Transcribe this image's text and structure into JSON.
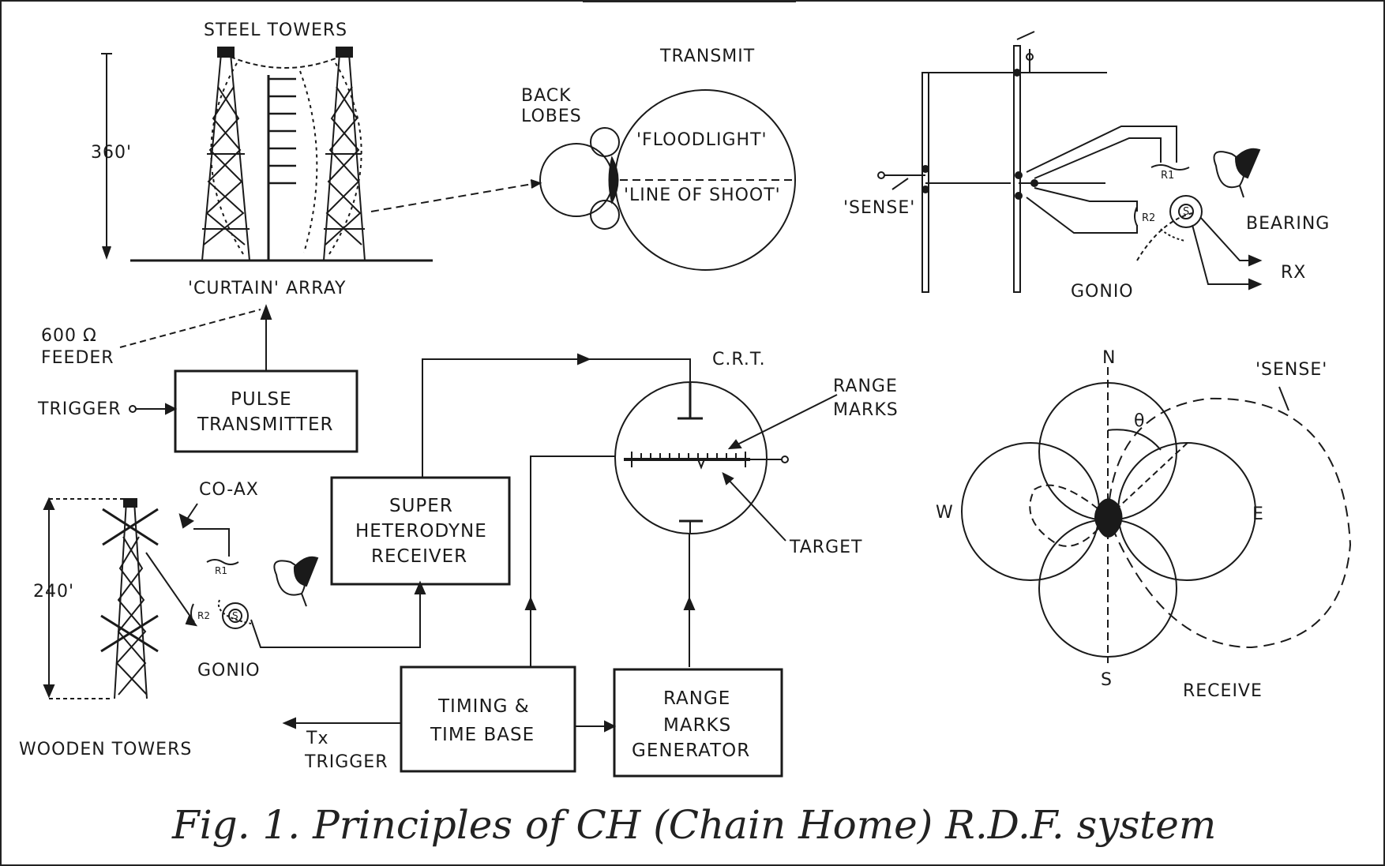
{
  "caption": "Fig. 1. Principles of CH (Chain Home) R.D.F. system",
  "transmit": {
    "steel_towers": "STEEL TOWERS",
    "height": "360'",
    "curtain_array": "'CURTAIN' ARRAY",
    "heading": "TRANSMIT",
    "back_lobes_1": "BACK",
    "back_lobes_2": "LOBES",
    "floodlight": "'FLOODLIGHT'",
    "line_of_shoot": "'LINE OF SHOOT'"
  },
  "feeder_1": "600 Ω",
  "feeder_2": "FEEDER",
  "trigger": "TRIGGER",
  "pulse_tx": {
    "line1": "PULSE",
    "line2": "TRANSMITTER"
  },
  "crt": "C.R.T.",
  "range_marks_1": "RANGE",
  "range_marks_2": "MARKS",
  "target": "TARGET",
  "receiver": {
    "line1": "SUPER",
    "line2": "HETERODYNE",
    "line3": "RECEIVER"
  },
  "timing": {
    "line1": "TIMING &",
    "line2": "TIME BASE"
  },
  "rmg": {
    "line1": "RANGE",
    "line2": "MARKS",
    "line3": "GENERATOR"
  },
  "tx_trigger_1": "Tx",
  "tx_trigger_2": "TRIGGER",
  "wooden": {
    "coax": "CO-AX",
    "height": "240'",
    "gonio": "GONIO",
    "towers": "WOODEN TOWERS",
    "r1": "R1",
    "r2": "R2",
    "s": "S"
  },
  "gonio_panel": {
    "sense": "'SENSE'",
    "bearing": "BEARING",
    "rx": "RX",
    "gonio": "GONIO",
    "r1": "R1",
    "r2": "R2",
    "s": "S"
  },
  "receive": {
    "n": "N",
    "s": "S",
    "e": "E",
    "w": "W",
    "theta": "θ",
    "sense": "'SENSE'",
    "heading": "RECEIVE"
  }
}
